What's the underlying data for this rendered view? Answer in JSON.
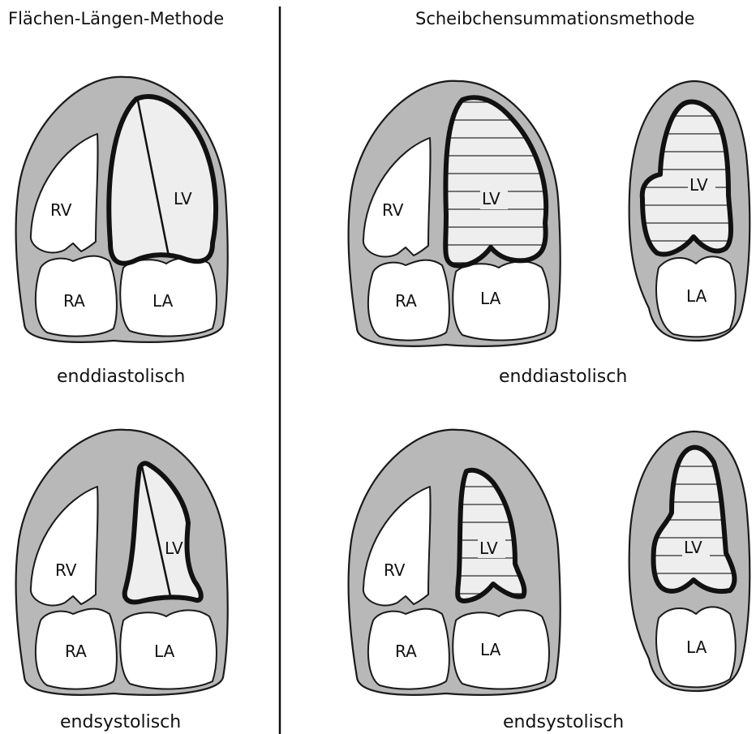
{
  "titles": {
    "left": "Flächen-Längen-Methode",
    "right": "Scheibchensummationsmethode"
  },
  "captions": {
    "left_top": "enddiastolisch",
    "left_bottom": "endsystolisch",
    "right_top": "enddiastolisch",
    "right_bottom": "endsystolisch"
  },
  "chambers": {
    "rv": "RV",
    "lv": "LV",
    "ra": "RA",
    "la": "LA"
  },
  "colors": {
    "myocardium": "#b8b8b8",
    "lv_fill": "#eeeeee",
    "outline": "#111111"
  }
}
